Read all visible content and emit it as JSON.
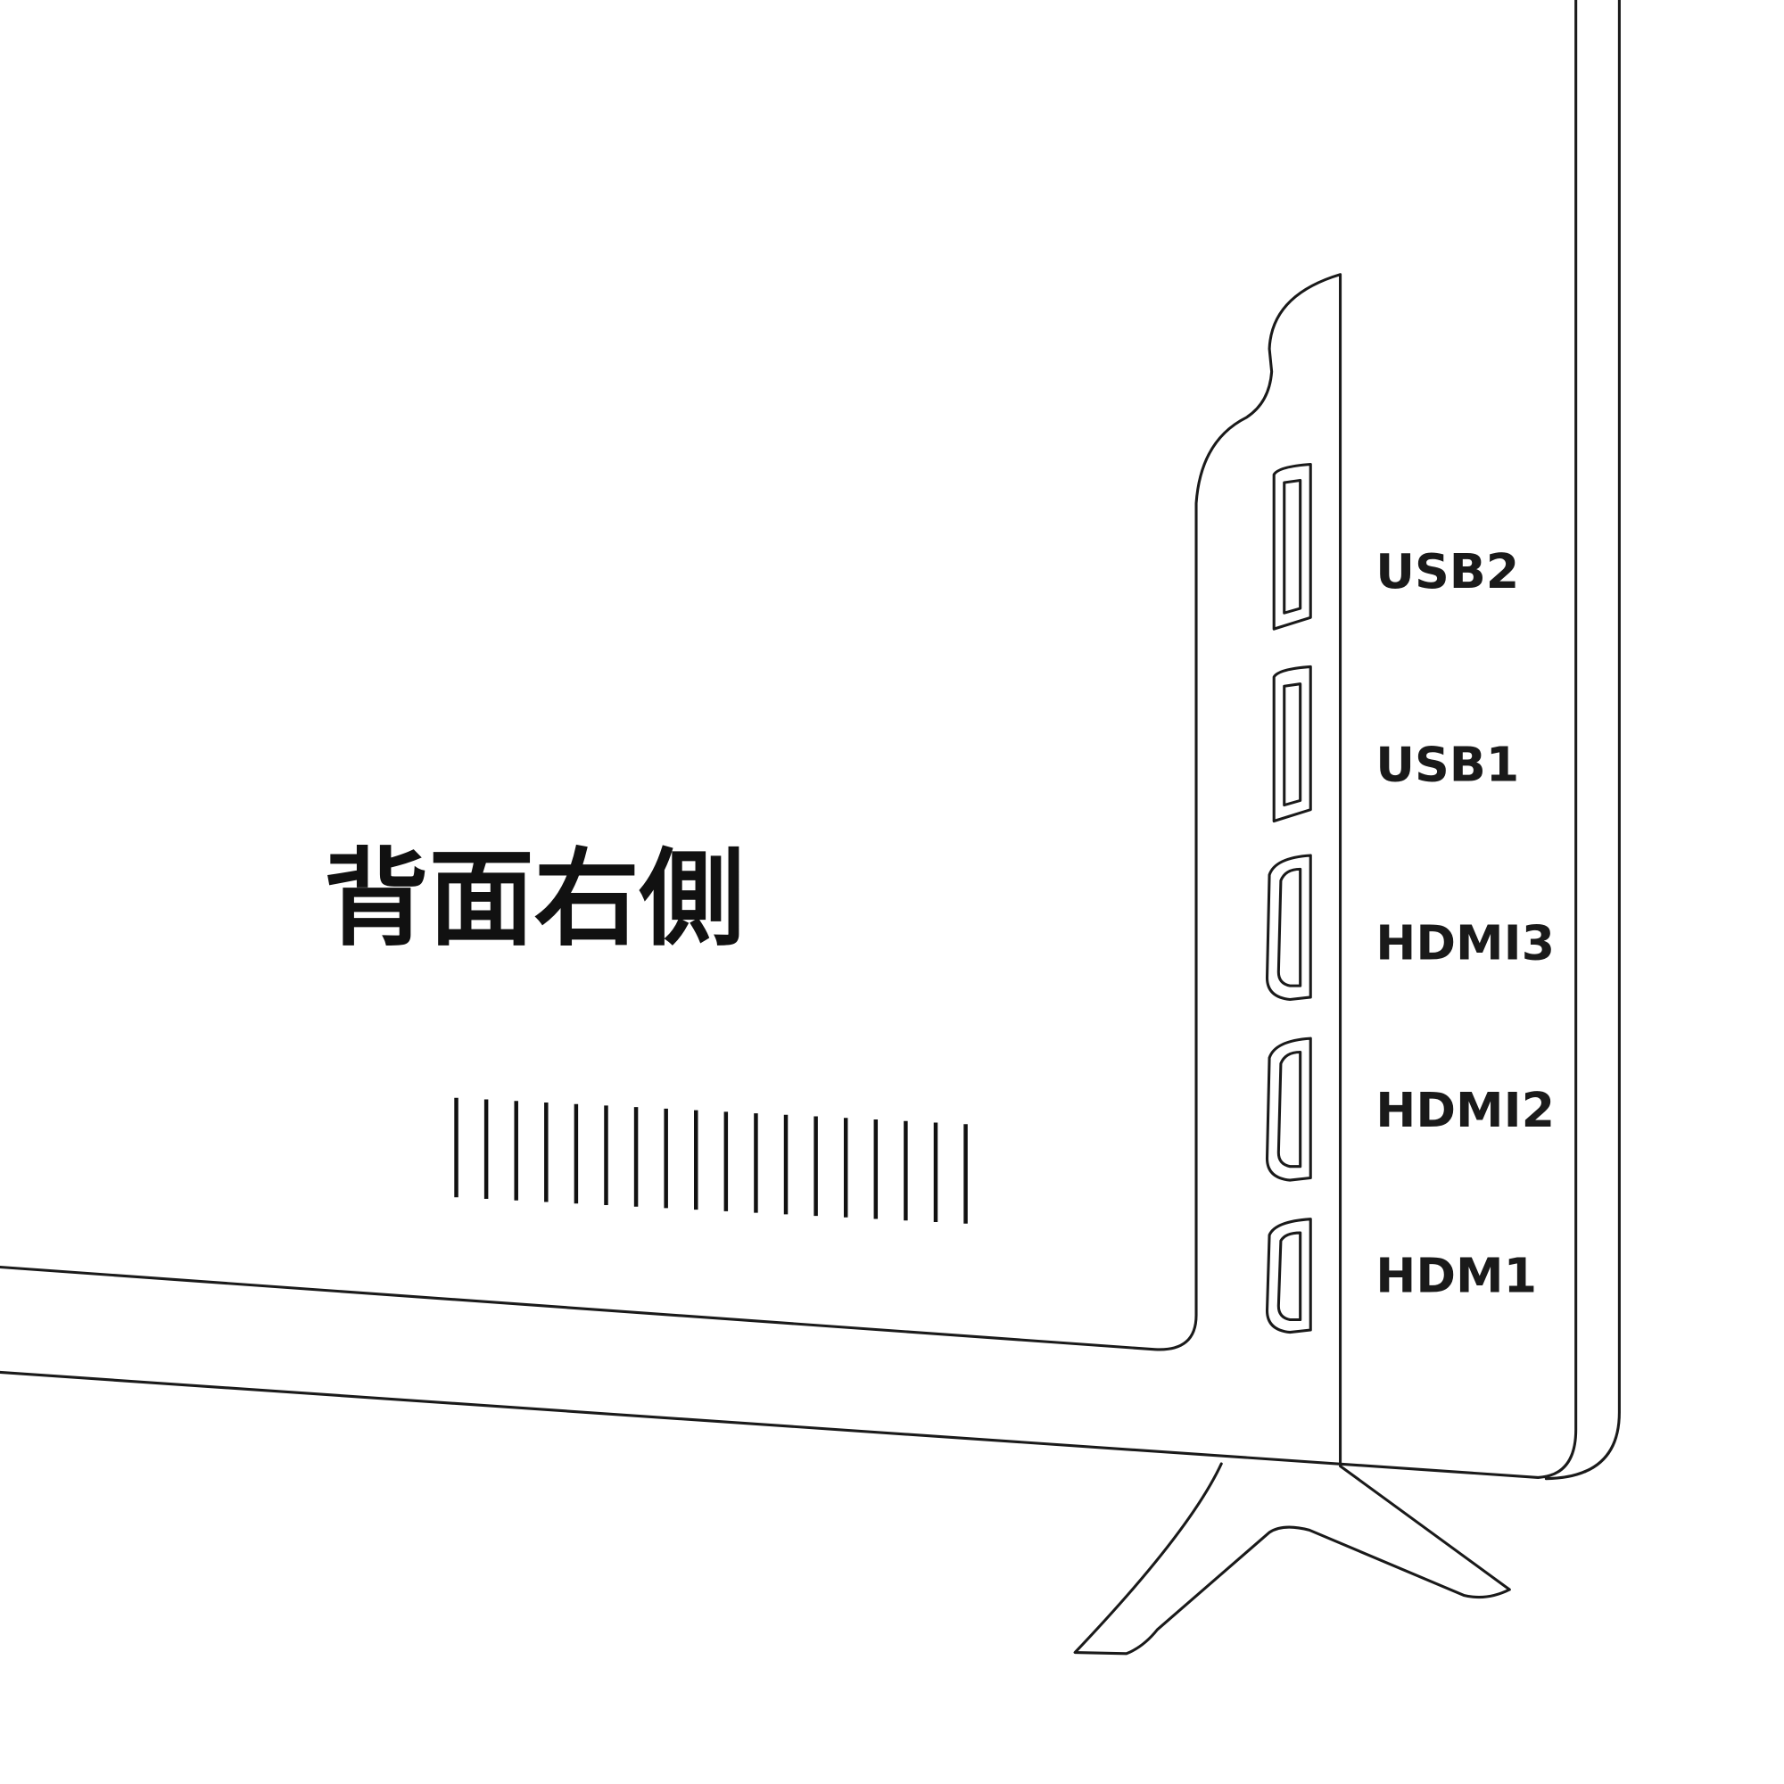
{
  "title": "背面右側",
  "ports": [
    {
      "label": "USB2",
      "type": "usb"
    },
    {
      "label": "USB1",
      "type": "usb"
    },
    {
      "label": "HDMI3",
      "type": "hdmi"
    },
    {
      "label": "HDMI2",
      "type": "hdmi"
    },
    {
      "label": "HDM1",
      "type": "hdmi"
    }
  ],
  "line_color": "#1a1a1a"
}
